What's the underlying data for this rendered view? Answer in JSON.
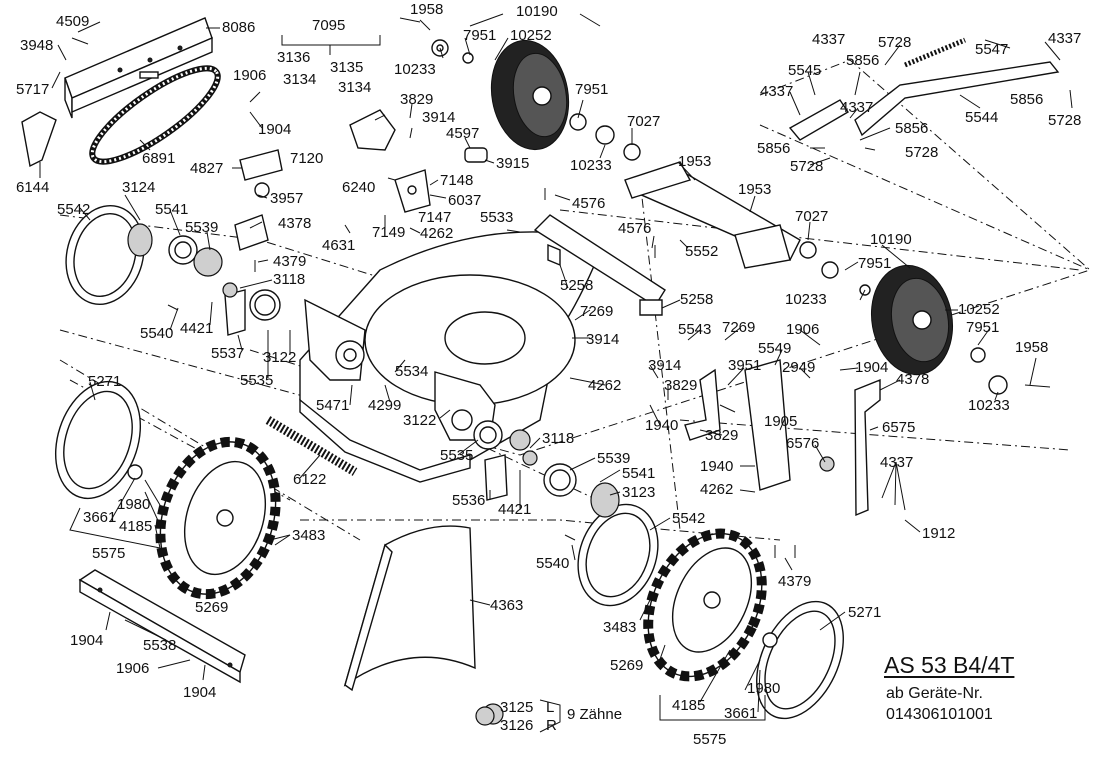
{
  "model": {
    "title": "AS 53 B4/4T",
    "from_label": "ab Geräte-Nr.",
    "serial": "014306101001"
  },
  "gear_note": {
    "left_label": "3125",
    "right_label": "3126",
    "l": "L",
    "r": "R",
    "teeth": "9 Zähne"
  },
  "labels": {
    "p4509": "4509",
    "p8086": "8086",
    "p3948": "3948",
    "p5717": "5717",
    "p6144": "6144",
    "p7095": "7095",
    "p3136": "3136",
    "p3135": "3135",
    "p3134a": "3134",
    "p3134b": "3134",
    "p1906a": "1906",
    "p1904a": "1904",
    "p6891": "6891",
    "p4827": "4827",
    "p3957": "3957",
    "p7120": "7120",
    "p3829a": "3829",
    "p3914a": "3914",
    "p4597": "4597",
    "p3915": "3915",
    "p6240": "6240",
    "p7148": "7148",
    "p6037": "6037",
    "p7147": "7147",
    "p7149": "7149",
    "p4262a": "4262",
    "p4631": "4631",
    "p1958a": "1958",
    "p7951a": "7951",
    "p10252a": "10252",
    "p10190a": "10190",
    "p10233a": "10233",
    "p7951b": "7951",
    "p10233b": "10233",
    "p7027a": "7027",
    "p1953a": "1953",
    "p4576a": "4576",
    "p5533": "5533",
    "p4576b": "4576",
    "p5552": "5552",
    "p1953b": "1953",
    "p7027b": "7027",
    "p10190b": "10190",
    "p7951c": "7951",
    "p10233c": "10233",
    "p10252b": "10252",
    "p7951d": "7951",
    "p1958b": "1958",
    "p10233d": "10233",
    "p4337a": "4337",
    "p5728a": "5728",
    "p5547": "5547",
    "p4337b": "4337",
    "p5545": "5545",
    "p5856a": "5856",
    "p4337c": "4337",
    "p4337d": "4337",
    "p5544": "5544",
    "p5856b": "5856",
    "p5728b": "5728",
    "p5856c": "5856",
    "p5856d": "5856",
    "p5728c": "5728",
    "p5728d": "5728",
    "p3124": "3124",
    "p5542a": "5542",
    "p5541a": "5541",
    "p5539a": "5539",
    "p4378a": "4378",
    "p4379a": "4379",
    "p3118a": "3118",
    "p5540a": "5540",
    "p4421a": "4421",
    "p5537": "5537",
    "p3122a": "3122",
    "p5535a": "5535",
    "p5258a": "5258",
    "p5258b": "5258",
    "p7269a": "7269",
    "p3914b": "3914",
    "p5543": "5543",
    "p7269b": "7269",
    "p1906b": "1906",
    "p5549": "5549",
    "p3951": "3951",
    "p2949": "2949",
    "p1904b": "1904",
    "p4378b": "4378",
    "p3914c": "3914",
    "p4262b": "4262",
    "p3829b": "3829",
    "p1940a": "1940",
    "p3829c": "3829",
    "p1905": "1905",
    "p6575": "6575",
    "p6576": "6576",
    "p1940b": "1940",
    "p4262c": "4262",
    "p4337e": "4337",
    "p1912": "1912",
    "p4379b": "4379",
    "p5534": "5534",
    "p5471": "5471",
    "p4299": "4299",
    "p3122b": "3122",
    "p5535b": "5535",
    "p3118b": "3118",
    "p5539b": "5539",
    "p5541b": "5541",
    "p3123": "3123",
    "p5536": "5536",
    "p4421b": "4421",
    "p5542b": "5542",
    "p5540b": "5540",
    "p3483a": "3483",
    "p5269a": "5269",
    "p5271a": "5271",
    "p1980a": "1980",
    "p3661a": "3661",
    "p4185a": "4185",
    "p5575a": "5575",
    "p6122": "6122",
    "p3483b": "3483",
    "p5269b": "5269",
    "p4363": "4363",
    "p1904c": "1904",
    "p5538": "5538",
    "p1906c": "1906",
    "p1904d": "1904",
    "p5271b": "5271",
    "p1980b": "1980",
    "p4185b": "4185",
    "p3661b": "3661",
    "p5575b": "5575"
  }
}
